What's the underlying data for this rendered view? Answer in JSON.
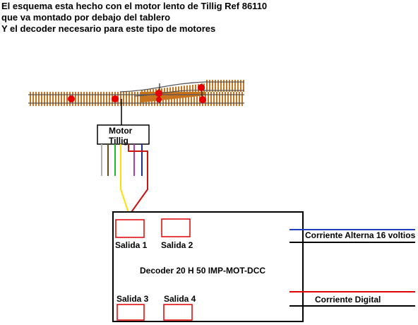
{
  "caption": {
    "line1": "El esquema esta hecho con el motor lento de Tillig Ref 86110",
    "line2": "que va montado por debajo del tablero",
    "line3": "Y el decoder necesario para este tipo de motores"
  },
  "motor": {
    "line1": "Motor",
    "line2": "Tillig"
  },
  "decoder": {
    "title": "Decoder 20 H 50 IMP-MOT-DCC",
    "outputs": [
      "Salida 1",
      "Salida 2",
      "Salida 3",
      "Salida 4"
    ]
  },
  "power": {
    "ac": "Corriente Alterna 16 voltios",
    "digital": "Corriente Digital"
  },
  "colors": {
    "sleeper": "#c8741e",
    "rail": "#555555",
    "marker": "#e60000",
    "ac_wire_top": "#1f3fbf",
    "ac_wire_bottom": "#000000",
    "digital_wire_top": "#e00000",
    "digital_wire_bottom": "#000000",
    "motor_wires": [
      "#b0b0b0",
      "#6b4a1a",
      "#22bb22",
      "#ffe000",
      "#b03bb0",
      "#1a2f9e"
    ]
  }
}
